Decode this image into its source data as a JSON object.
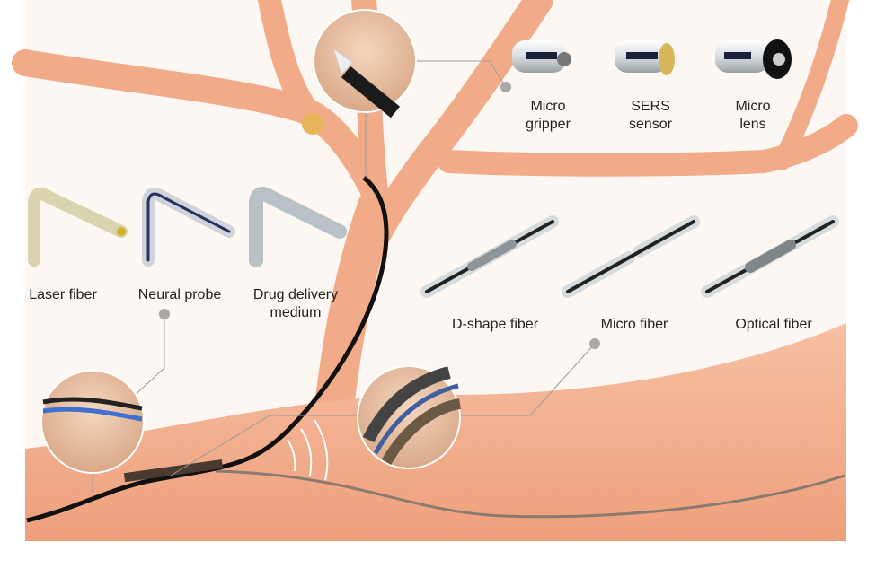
{
  "tip_devices": [
    {
      "line1": "Micro",
      "line2": "gripper"
    },
    {
      "line1": "SERS",
      "line2": "sensor"
    },
    {
      "line1": "Micro",
      "line2": "lens"
    }
  ],
  "functional_fibers": [
    {
      "line1": "Laser fiber"
    },
    {
      "line1": "Neural probe"
    },
    {
      "line1": "Drug delivery",
      "line2": "medium"
    }
  ],
  "fiber_types": [
    {
      "line1": "D-shape fiber"
    },
    {
      "line1": "Micro fiber"
    },
    {
      "line1": "Optical fiber"
    }
  ],
  "colors": {
    "vessel": "#f2ab88",
    "vessel_light": "#f8cdb3",
    "background": "#fcf7f3",
    "fiber": "#111111",
    "callout": "#9a9a9a"
  }
}
